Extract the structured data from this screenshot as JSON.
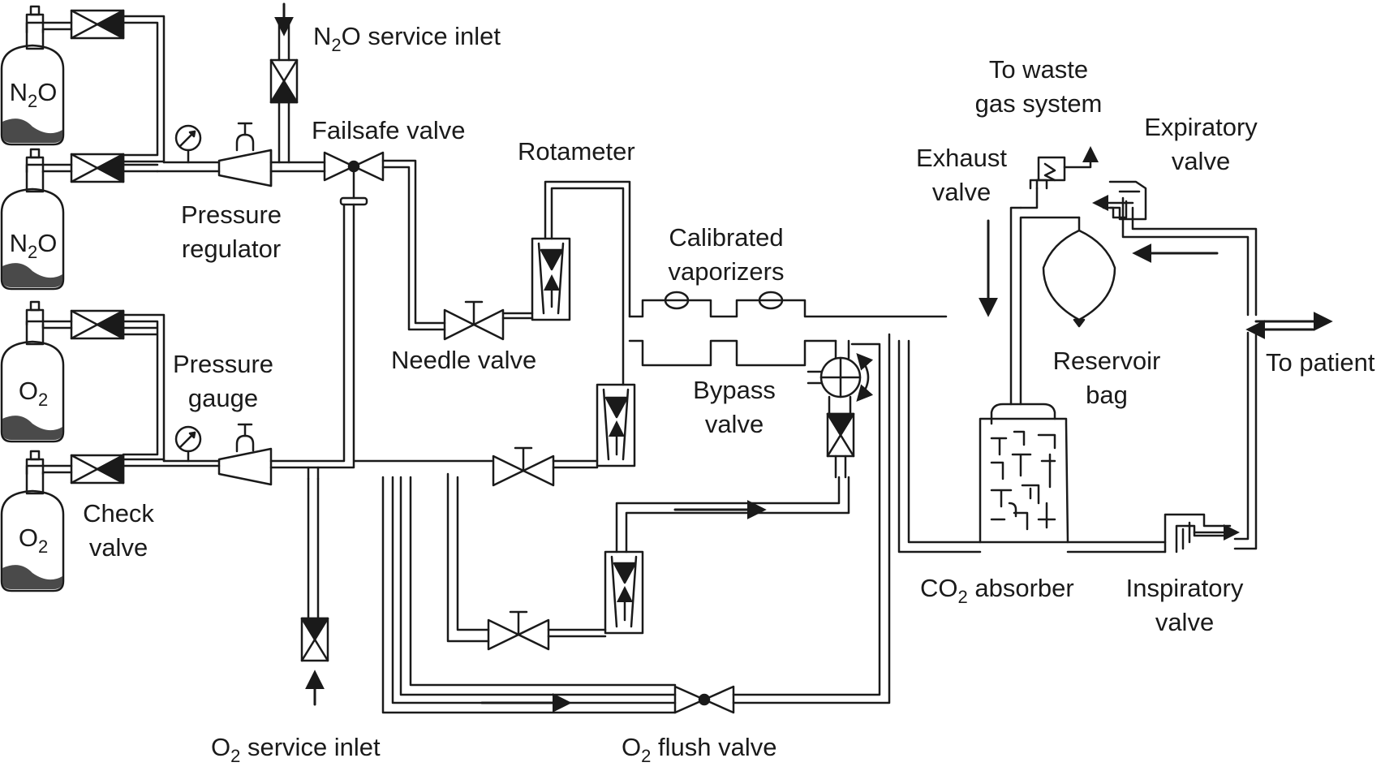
{
  "colors": {
    "ink": "#1a1a1a",
    "background": "#ffffff"
  },
  "cylinders": [
    {
      "base": "N",
      "sub": "2",
      "tail": "O"
    },
    {
      "base": "N",
      "sub": "2",
      "tail": "O"
    },
    {
      "base": "O",
      "sub": "2",
      "tail": ""
    },
    {
      "base": "O",
      "sub": "2",
      "tail": ""
    }
  ],
  "labels": {
    "n2o_inlet": {
      "base": "N",
      "sub": "2",
      "tail": "O service inlet"
    },
    "failsafe": "Failsafe valve",
    "rotameter": "Rotameter",
    "pr_reg_1": "Pressure",
    "pr_reg_2": "regulator",
    "needle": "Needle valve",
    "calib_1": "Calibrated",
    "calib_2": "vaporizers",
    "gauge_1": "Pressure",
    "gauge_2": "gauge",
    "bypass_1": "Bypass",
    "bypass_2": "valve",
    "check_1": "Check",
    "check_2": "valve",
    "waste_1": "To waste",
    "waste_2": "gas system",
    "exhaust_1": "Exhaust",
    "exhaust_2": "valve",
    "exp_1": "Expiratory",
    "exp_2": "valve",
    "reservoir_1": "Reservoir",
    "reservoir_2": "bag",
    "patient": "To patient",
    "absorber": {
      "base": "CO",
      "sub": "2",
      "tail": " absorber"
    },
    "insp_1": "Inspiratory",
    "insp_2": "valve",
    "o2_inlet": {
      "base": "O",
      "sub": "2",
      "tail": " service inlet"
    },
    "o2_flush": {
      "base": "O",
      "sub": "2",
      "tail": " flush valve"
    }
  }
}
